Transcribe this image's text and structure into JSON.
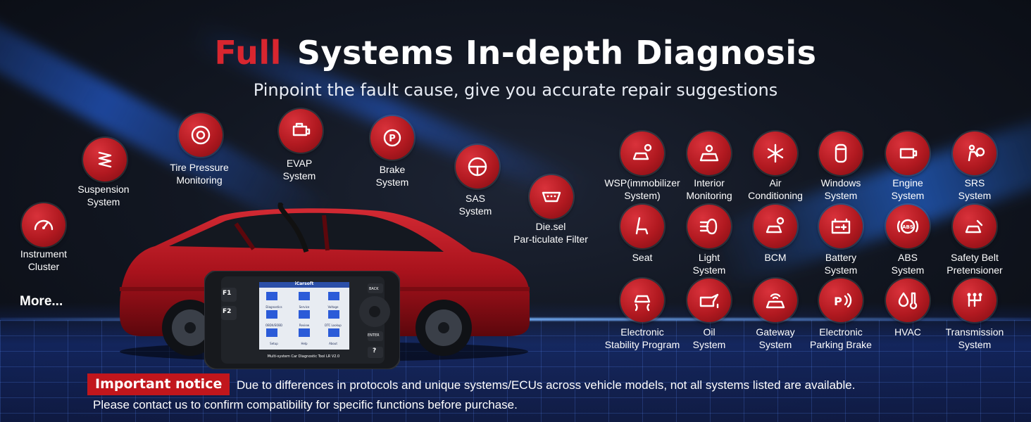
{
  "header": {
    "title_accent": "Full",
    "title_main": "Systems In-depth Diagnosis",
    "subtitle": "Pinpoint the fault cause, give you accurate repair suggestions"
  },
  "left_systems": [
    {
      "id": "instrument",
      "label": "Instrument\nCluster",
      "icon": "speedometer-icon"
    },
    {
      "id": "suspension",
      "label": "Suspension\nSystem",
      "icon": "suspension-spring-icon"
    },
    {
      "id": "tire",
      "label": "Tire Pressure\nMonitoring",
      "icon": "tire-pressure-icon"
    },
    {
      "id": "evap",
      "label": "EVAP\nSystem",
      "icon": "evap-engine-icon"
    },
    {
      "id": "brake",
      "label": "Brake\nSystem",
      "icon": "parking-brake-icon"
    },
    {
      "id": "sas",
      "label": "SAS\nSystem",
      "icon": "steering-wheel-icon"
    },
    {
      "id": "diesel",
      "label": "Die.sel\nPar-ticulate Filter",
      "icon": "obd-connector-icon"
    }
  ],
  "more_label": "More...",
  "right_systems": [
    {
      "id": "wsp",
      "label": "WSP(immobilizer\nSystem)",
      "icon": "car-gears-icon"
    },
    {
      "id": "interior",
      "label": "Interior\nMonitoring",
      "icon": "interior-monitor-icon"
    },
    {
      "id": "aircon",
      "label": "Air\nConditioning",
      "icon": "snowflake-icon"
    },
    {
      "id": "windows",
      "label": "Windows\nSystem",
      "icon": "car-window-icon"
    },
    {
      "id": "engine",
      "label": "Engine\nSystem",
      "icon": "engine-icon"
    },
    {
      "id": "srs",
      "label": "SRS\nSystem",
      "icon": "airbag-icon"
    },
    {
      "id": "seat",
      "label": "Seat",
      "icon": "seat-icon"
    },
    {
      "id": "light",
      "label": "Light\nSystem",
      "icon": "headlight-icon"
    },
    {
      "id": "bcm",
      "label": "BCM",
      "icon": "car-settings-icon"
    },
    {
      "id": "battery",
      "label": "Battery\nSystem",
      "icon": "battery-icon"
    },
    {
      "id": "abs",
      "label": "ABS\nSystem",
      "icon": "abs-icon"
    },
    {
      "id": "seatbelt",
      "label": "Safety Belt\nPretensioner",
      "icon": "seatbelt-car-icon"
    },
    {
      "id": "stability",
      "label": "Electronic\nStability Program",
      "icon": "stability-car-icon"
    },
    {
      "id": "oil",
      "label": "Oil\nSystem",
      "icon": "oil-can-icon"
    },
    {
      "id": "gateway",
      "label": "Gateway\nSystem",
      "icon": "gateway-wifi-car-icon"
    },
    {
      "id": "parking",
      "label": "Electronic\nParking Brake",
      "icon": "parking-sensor-icon"
    },
    {
      "id": "hvac",
      "label": "HVAC",
      "icon": "hvac-thermometer-icon"
    },
    {
      "id": "transmission",
      "label": "Transmission\nSystem",
      "icon": "gear-shift-icon"
    }
  ],
  "device": {
    "brand": "iCarsoft",
    "model_label": "Multi-system Car Diagnostic Tool LR V2.0",
    "keys": {
      "f1": "F1",
      "f2": "F2",
      "back": "BACK",
      "enter": "ENTER",
      "help": "?"
    },
    "menu": [
      "Diagnostics",
      "Service",
      "Voltage",
      "OBDII/EOBD",
      "Review",
      "DTC Lookup",
      "Setup",
      "Help",
      "About"
    ]
  },
  "notice": {
    "tag": "Important notice",
    "line1": "Due to differences in protocols and unique systems/ECUs across vehicle models, not all systems listed are available.",
    "line2": "Please contact us to confirm compatibility for specific functions before purchase."
  },
  "colors": {
    "accent": "#d8262f",
    "icon_red": "#b11920",
    "notice_bg": "#c1161c",
    "car_red": "#a8121c"
  }
}
